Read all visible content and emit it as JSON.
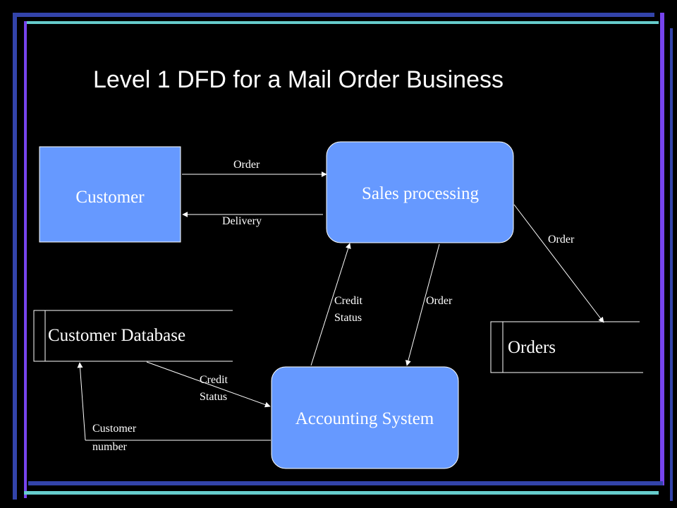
{
  "title": "Level 1 DFD for a Mail Order Business",
  "nodes": {
    "customer": "Customer",
    "sales_processing": "Sales processing",
    "accounting_system": "Accounting System",
    "customer_database": "Customer Database",
    "orders": "Orders"
  },
  "flows": {
    "order_customer_to_sales": "Order",
    "delivery_sales_to_customer": "Delivery",
    "order_sales_to_orders": "Order",
    "order_sales_to_accounting": "Order",
    "credit_status_accounting_to_sales": [
      "Credit",
      "Status"
    ],
    "credit_status_database_to_accounting": [
      "Credit",
      "Status"
    ],
    "customer_number_accounting_to_database": [
      "Customer",
      "number"
    ]
  },
  "colors": {
    "background": "#000000",
    "node_fill": "#6699ff",
    "border_blue": "#3344aa",
    "border_purple": "#7744ee",
    "border_cyan": "#66cccc",
    "text": "#ffffff"
  }
}
